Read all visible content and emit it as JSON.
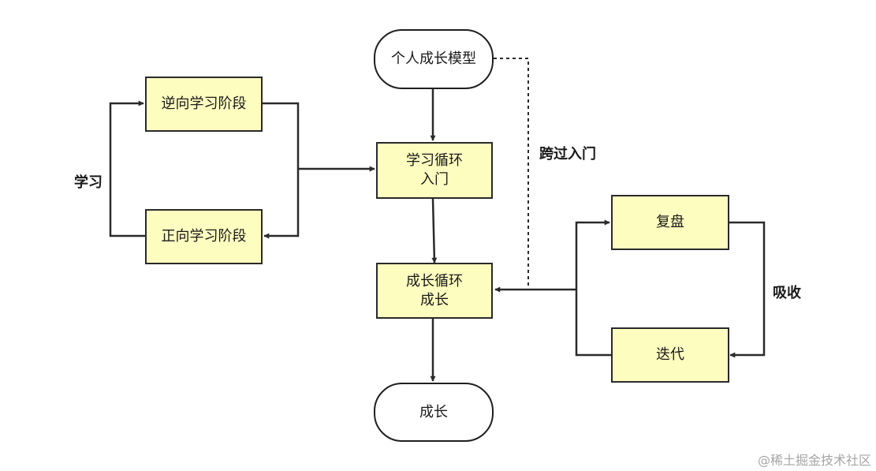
{
  "nodes": {
    "start": "个人成长模型",
    "reverse_learning": "逆向学习阶段",
    "forward_learning": "正向学习阶段",
    "learning_cycle": "学习循环\n入门",
    "growth_cycle": "成长循环\n成长",
    "review": "复盘",
    "iterate": "迭代",
    "end": "成长"
  },
  "edge_labels": {
    "learning": "学习",
    "skip_entry": "跨过入门",
    "absorb": "吸收"
  },
  "watermark": "@稀土掘金技术社区",
  "colors": {
    "box_fill": "#fdfdc0",
    "stroke": "#2a2a2a"
  }
}
